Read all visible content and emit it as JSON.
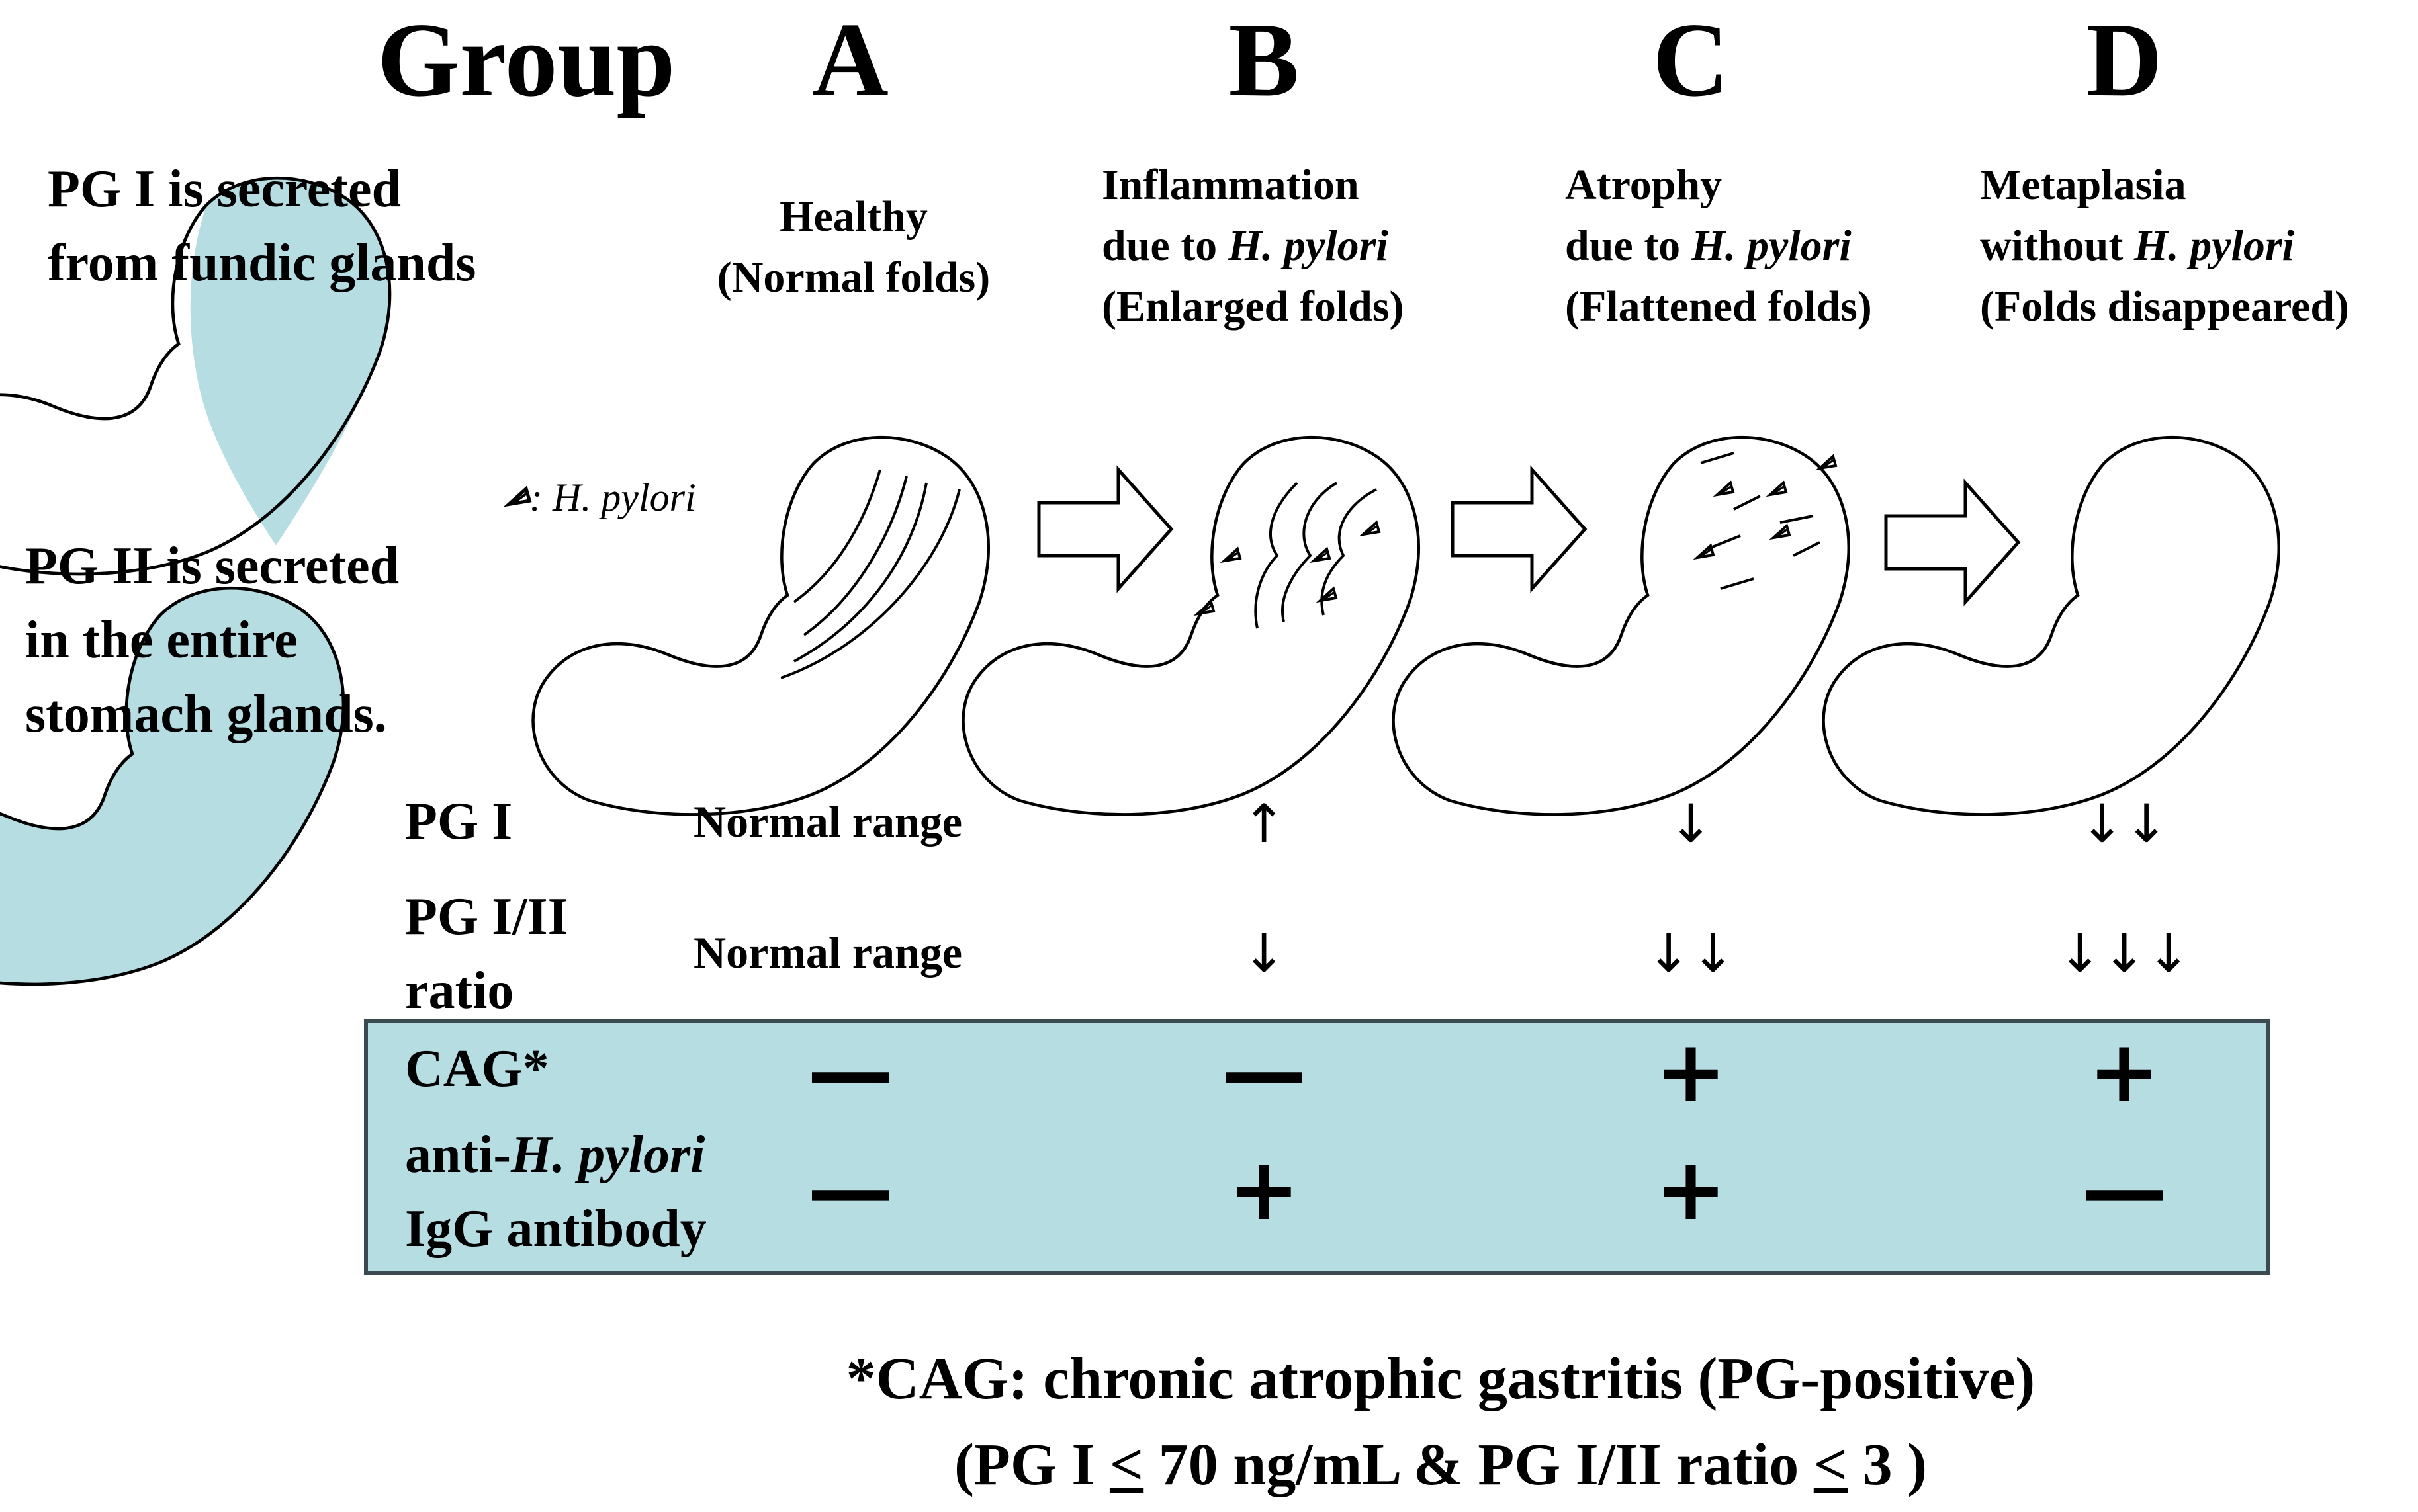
{
  "header": {
    "group_word": "Group",
    "letters": [
      "A",
      "B",
      "C",
      "D"
    ]
  },
  "stages": [
    {
      "line1": "Healthy",
      "line2": "(Normal folds)"
    },
    {
      "line1": "Inflammation",
      "line2_prefix": "due to ",
      "line2_italic": "H. pylori",
      "line3": "(Enlarged folds)"
    },
    {
      "line1": "Atrophy",
      "line2_prefix": "due to ",
      "line2_italic": "H. pylori",
      "line3": "(Flattened folds)"
    },
    {
      "line1": "Metaplasia",
      "line2_prefix": "without ",
      "line2_italic": "H. pylori",
      "line3": "(Folds disappeared)"
    }
  ],
  "notes": {
    "pg1_line1": "PG I is secreted",
    "pg1_line2": "from fundic glands",
    "pg2_line1": "PG II is secreted",
    "pg2_line2": "in the entire",
    "pg2_line3": "stomach glands."
  },
  "legend": {
    "symbol_label": ": H. pylori"
  },
  "rows": {
    "pg1": {
      "label": "PG I",
      "values": [
        "Normal range",
        "↑",
        "↓",
        "↓↓"
      ]
    },
    "ratio": {
      "label_line1": "PG I/II",
      "label_line2": "ratio",
      "values": [
        "Normal range",
        "↓",
        "↓↓",
        "↓↓↓"
      ]
    },
    "cag": {
      "label": "CAG*",
      "values": [
        "—",
        "—",
        "+",
        "+"
      ]
    },
    "antibody": {
      "label_prefix": "anti-",
      "label_italic": "H. pylori",
      "label_line2": "IgG antibody",
      "values": [
        "—",
        "+",
        "+",
        "—"
      ]
    }
  },
  "footnote": {
    "line1": "*CAG: chronic atrophic gastritis (PG-positive)",
    "line2_a": "(PG I ",
    "line2_le1": "<",
    "line2_b": " 70 ng/mL & PG I/II ratio ",
    "line2_le2": "<",
    "line2_c": " 3 )"
  },
  "colors": {
    "teal_fill": "#b6dde2",
    "box_border": "#3b4a50"
  }
}
